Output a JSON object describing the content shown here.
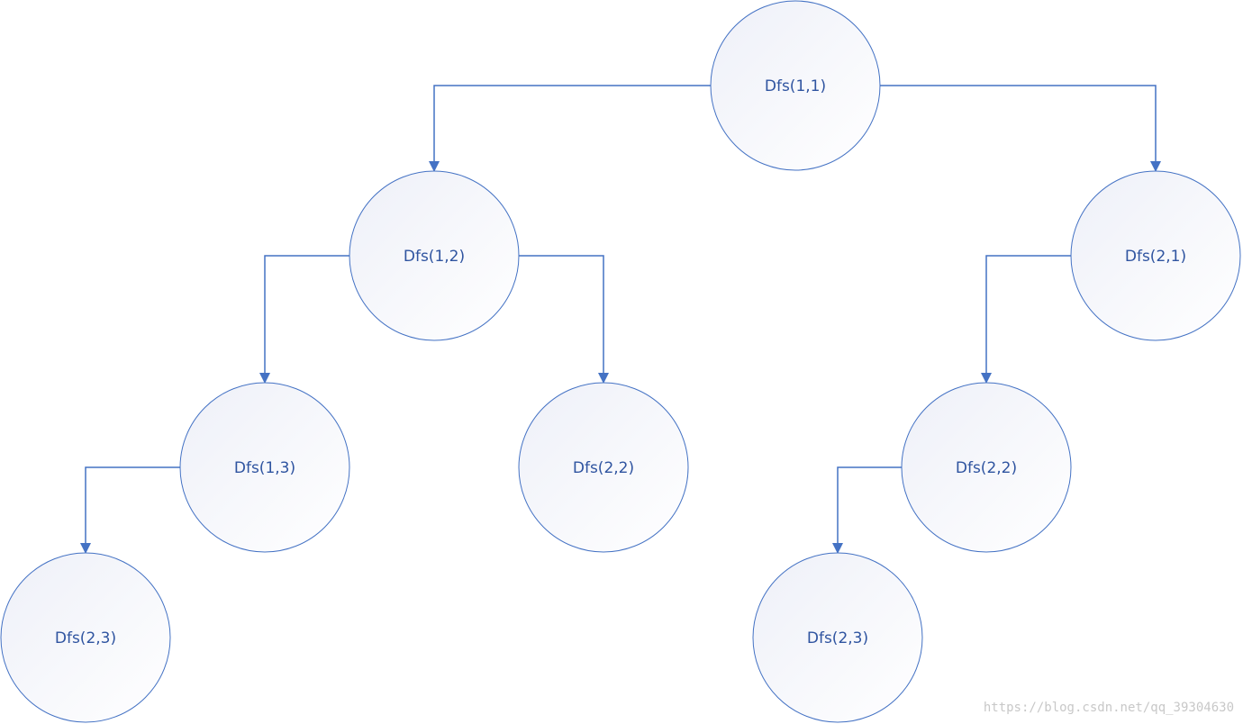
{
  "colors": {
    "stroke": "#4472C4",
    "text": "#2F54A0",
    "fill_light": "#ffffff",
    "fill_dark": "#EEF0F8",
    "watermark": "#c8c8c8"
  },
  "nodes": [
    {
      "id": "n11",
      "label": "Dfs(1,1)"
    },
    {
      "id": "n12",
      "label": "Dfs(1,2)"
    },
    {
      "id": "n21",
      "label": "Dfs(2,1)"
    },
    {
      "id": "n13",
      "label": "Dfs(1,3)"
    },
    {
      "id": "n22a",
      "label": "Dfs(2,2)"
    },
    {
      "id": "n22b",
      "label": "Dfs(2,2)"
    },
    {
      "id": "n23a",
      "label": "Dfs(2,3)"
    },
    {
      "id": "n23b",
      "label": "Dfs(2,3)"
    }
  ],
  "edges": [
    {
      "from": "n11",
      "to": "n12"
    },
    {
      "from": "n11",
      "to": "n21"
    },
    {
      "from": "n12",
      "to": "n13"
    },
    {
      "from": "n12",
      "to": "n22a"
    },
    {
      "from": "n21",
      "to": "n22b"
    },
    {
      "from": "n13",
      "to": "n23a"
    },
    {
      "from": "n22b",
      "to": "n23b"
    }
  ],
  "watermark": "https://blog.csdn.net/qq_39304630"
}
